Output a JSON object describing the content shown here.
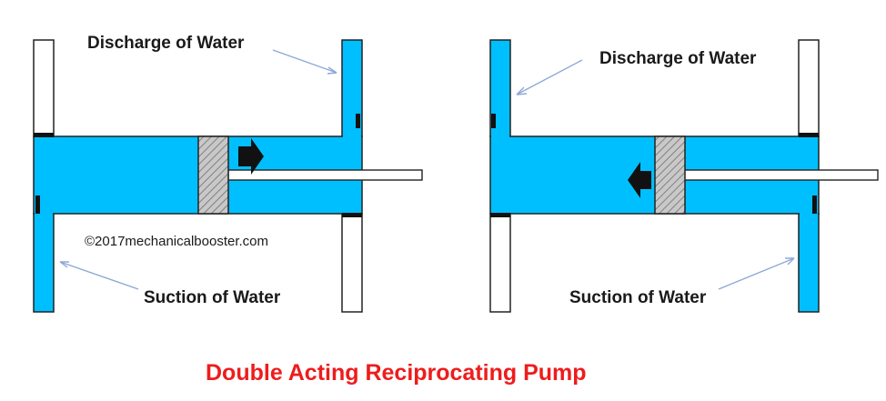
{
  "diagram": {
    "title": "Double Acting Reciprocating Pump",
    "copyright": "©2017mechanicalbooster.com",
    "left": {
      "discharge_label": "Discharge of Water",
      "suction_label": "Suction of Water"
    },
    "right": {
      "discharge_label": "Discharge of Water",
      "suction_label": "Suction of Water"
    }
  },
  "colors": {
    "water": "#00bfff",
    "piston": "#bdbdbd",
    "title": "#ee1c1c"
  }
}
